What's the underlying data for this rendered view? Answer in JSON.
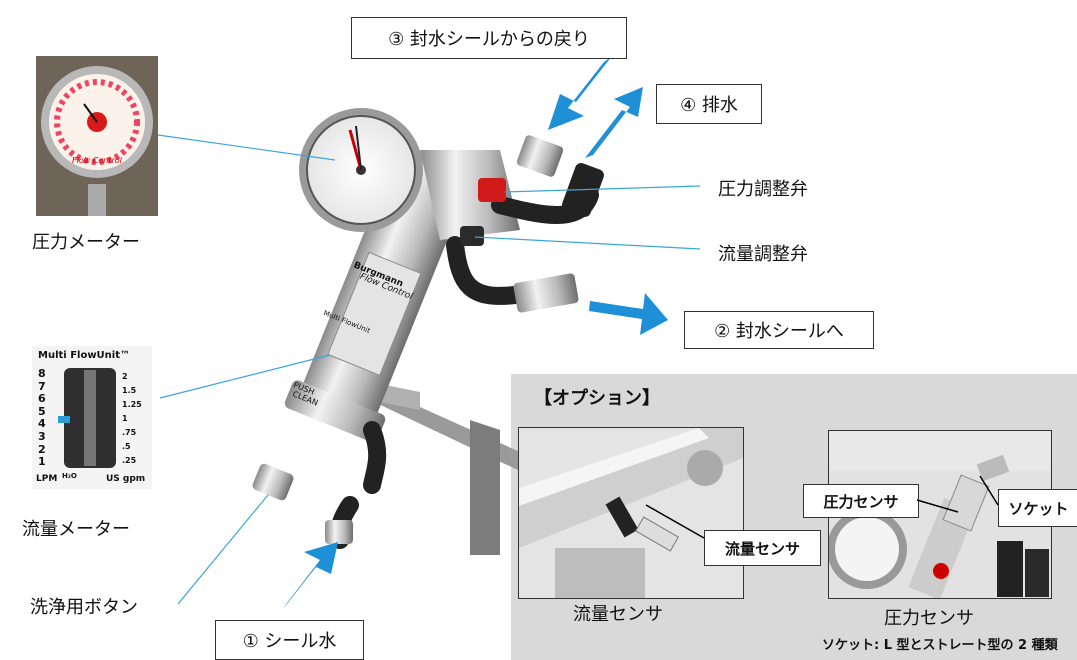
{
  "labels": {
    "return_seal": "③ 封水シールからの戻り",
    "drain": "④ 排水",
    "pressure_valve": "圧力調整弁",
    "flow_valve": "流量調整弁",
    "to_seal": "② 封水シールへ",
    "seal_water": "① シール水",
    "pressure_meter": "圧力メーター",
    "flow_meter": "流量メーター",
    "wash_button": "洗浄用ボタン",
    "option_title": "【オプション】",
    "flow_sensor_tag": "流量センサ",
    "flow_sensor_caption": "流量センサ",
    "pressure_sensor_tag": "圧力センサ",
    "socket_tag": "ソケット",
    "pressure_sensor_caption": "圧力センサ",
    "socket_note": "ソケット: L 型とストレート型の 2 種類"
  },
  "flowunit": {
    "title": "Multi FlowUnit™",
    "left_ticks": [
      "8",
      "7",
      "6",
      "5",
      "4",
      "3",
      "2",
      "1"
    ],
    "right_ticks": [
      "2",
      "1.5",
      "1.25",
      "1",
      ".75",
      ".5",
      ".25"
    ],
    "lpm": "LPM",
    "h2o": "H₂O",
    "usgpm": "US gpm"
  },
  "gauge_brand": "Flow Control",
  "device": {
    "brand": "Burgmann",
    "model": "Flow Control",
    "badge": "Multi FlowUnit",
    "push": "PUSH",
    "clean": "CLEAN"
  },
  "colors": {
    "arrow": "#1e90d8",
    "valve_red": "#d11a1a",
    "metal": "#c8c8c8",
    "leader": "#3aa7d8"
  }
}
